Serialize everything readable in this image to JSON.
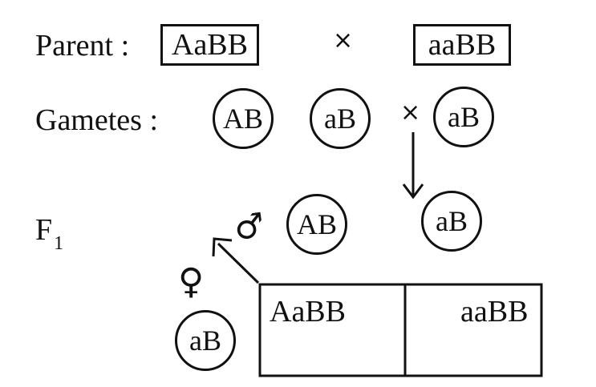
{
  "parent": {
    "label": "Parent :",
    "genotype_1": "AaBB",
    "cross_symbol": "×",
    "genotype_2": "aaBB"
  },
  "gametes": {
    "label": "Gametes :",
    "items": [
      "AB",
      "aB",
      "aB"
    ],
    "cross_symbol": "×"
  },
  "f1": {
    "label": "F",
    "label_subscript": "1",
    "male_symbol": "♂",
    "female_symbol": "♀",
    "male_gametes": [
      "AB",
      "aB"
    ],
    "female_gamete": "aB",
    "offspring": [
      "AaBB",
      "aaBB"
    ]
  },
  "icons": {
    "arrow_down": "arrow-down-icon",
    "arrow_diagonal": "arrow-diagonal-icon",
    "male": "male-symbol-icon",
    "female": "female-symbol-icon"
  }
}
